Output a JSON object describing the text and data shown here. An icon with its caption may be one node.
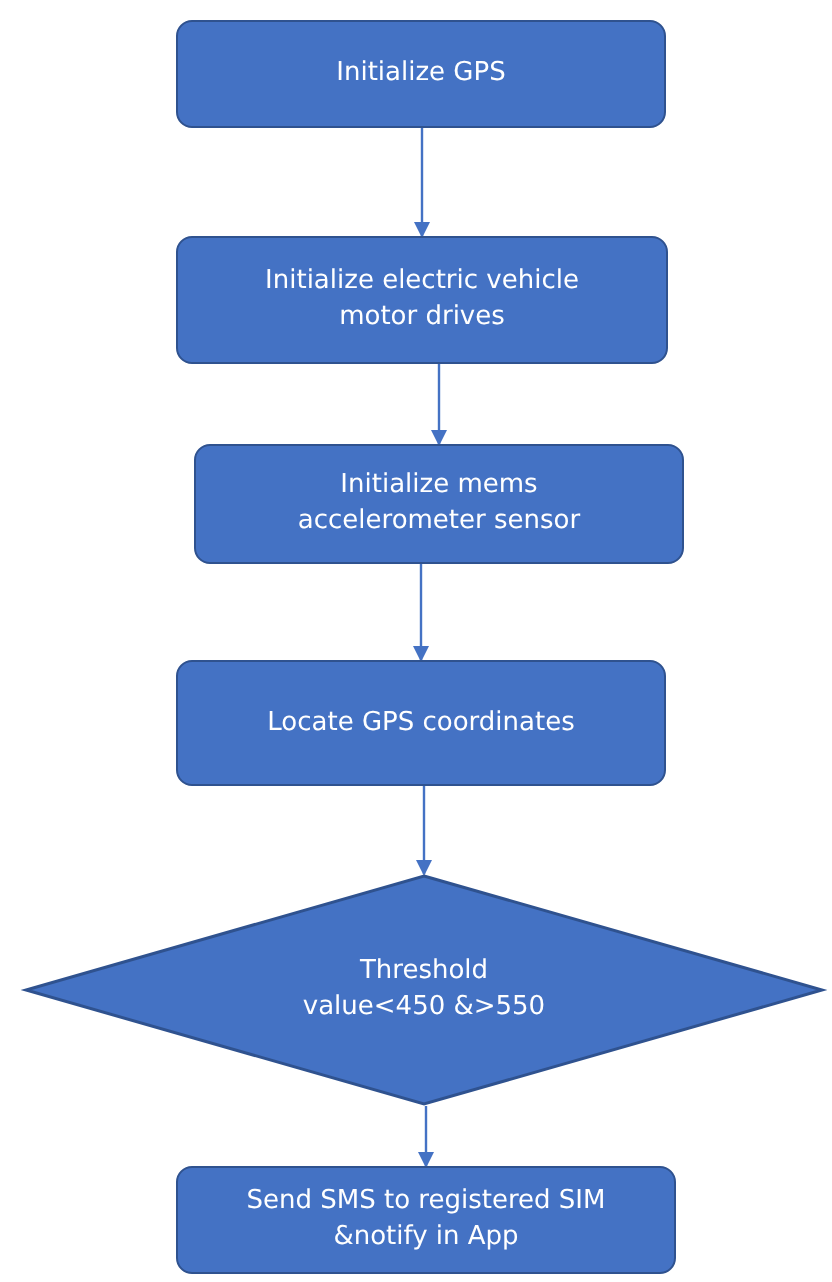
{
  "diagram": {
    "nodes": [
      {
        "text": [
          "Initialize GPS"
        ]
      },
      {
        "text": [
          "Initialize electric vehicle motor drives"
        ]
      },
      {
        "text": [
          "Initialize mems accelerometer sensor"
        ]
      },
      {
        "text": [
          "Locate GPS coordinates"
        ]
      },
      {
        "text": [
          "Threshold value<450 &>550"
        ]
      },
      {
        "text": [
          "Send SMS to registered SIM &notify in App"
        ]
      }
    ],
    "edges": [
      {
        "from": 0,
        "to": 1,
        "arrow": "to"
      },
      {
        "from": 1,
        "to": 2,
        "arrow": "to"
      },
      {
        "from": 2,
        "to": 3,
        "arrow": "to"
      },
      {
        "from": 3,
        "to": 4,
        "arrow": "to"
      },
      {
        "from": 4,
        "to": 5,
        "arrow": "to"
      }
    ]
  }
}
